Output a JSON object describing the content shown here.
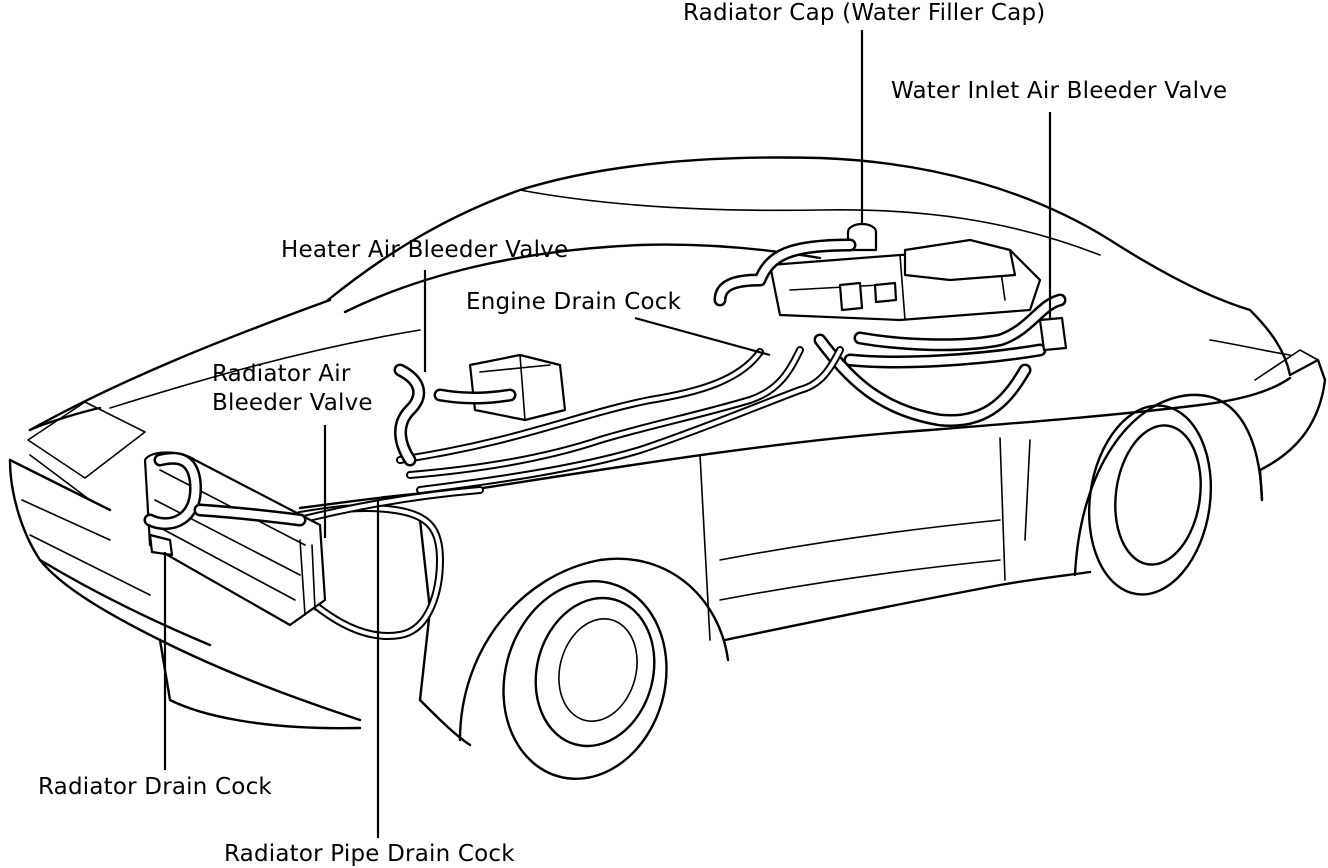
{
  "labels": {
    "radiator_cap": "Radiator Cap (Water Filler Cap)",
    "water_inlet_air_bleeder_valve": "Water Inlet Air Bleeder Valve",
    "heater_air_bleeder_valve": "Heater Air Bleeder Valve",
    "engine_drain_cock": "Engine Drain Cock",
    "radiator_air_bleeder_valve_line1": "Radiator Air",
    "radiator_air_bleeder_valve_line2": "Bleeder Valve",
    "radiator_drain_cock": "Radiator Drain Cock",
    "radiator_pipe_drain_cock": "Radiator Pipe Drain Cock"
  },
  "colors": {
    "ink": "#000000",
    "paper": "#ffffff"
  }
}
